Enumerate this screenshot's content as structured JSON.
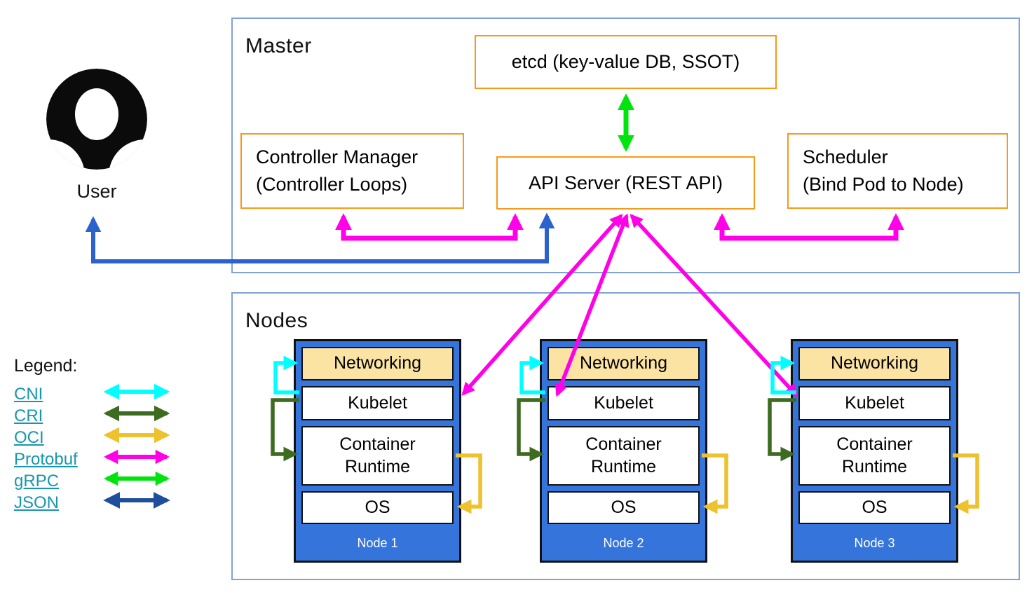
{
  "master": {
    "title": "Master",
    "etcd_label": "etcd (key-value DB, SSOT)",
    "controller_manager": {
      "line1": "Controller Manager",
      "line2": "(Controller Loops)"
    },
    "api_server_label": "API Server (REST API)",
    "scheduler": {
      "line1": "Scheduler",
      "line2": "(Bind Pod to Node)"
    }
  },
  "user": {
    "label": "User"
  },
  "nodes_section": {
    "title": "Nodes",
    "items": [
      {
        "layers": [
          "Networking",
          "Kubelet",
          "Container Runtime",
          "OS"
        ],
        "label": "Node 1"
      },
      {
        "layers": [
          "Networking",
          "Kubelet",
          "Container Runtime",
          "OS"
        ],
        "label": "Node 2"
      },
      {
        "layers": [
          "Networking",
          "Kubelet",
          "Container Runtime",
          "OS"
        ],
        "label": "Node 3"
      }
    ]
  },
  "legend": {
    "title": "Legend:",
    "items": [
      {
        "label": "CNI"
      },
      {
        "label": "CRI"
      },
      {
        "label": "OCI"
      },
      {
        "label": "Protobuf"
      },
      {
        "label": "gRPC"
      },
      {
        "label": "JSON"
      }
    ]
  },
  "colors": {
    "cni": "#00FFFF",
    "cri": "#3D6B1F",
    "oci": "#EEC12F",
    "protobuf": "#FF00E8",
    "grpc": "#00E40E",
    "json": "#1D4F9A",
    "user_api_arrow": "#2B62CC",
    "box_border_orange": "#FA9819",
    "container_border_blue": "#7FA3D8",
    "node_fill_blue": "#3575DB",
    "networking_fill_tan": "#FBE3A4",
    "legend_link_teal": "#1797AD"
  }
}
